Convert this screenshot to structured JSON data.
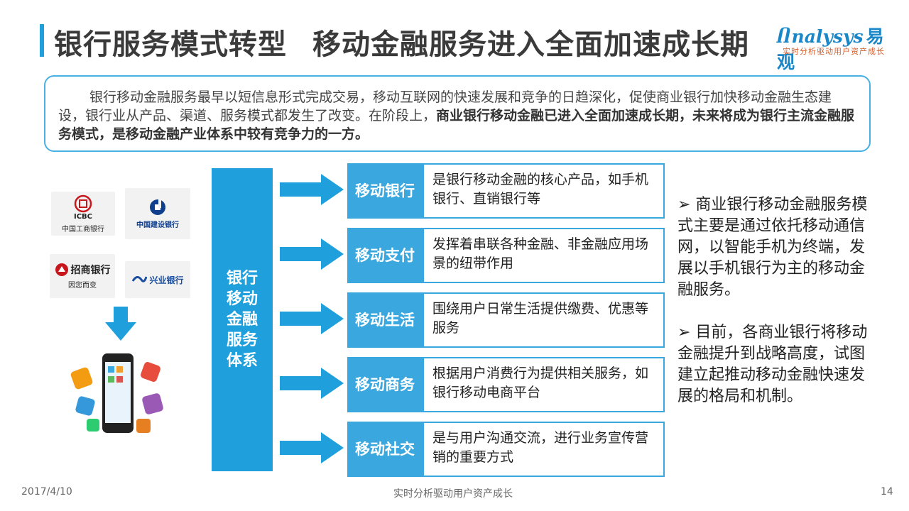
{
  "header": {
    "title_part1": "银行服务模式转型",
    "title_part2": "移动金融服务进入全面加速成长期"
  },
  "logo": {
    "main": "nalysys",
    "cn": "易观",
    "sub": "实时分析驱动用户资产成长"
  },
  "summary": {
    "line1": "银行移动金融服务最早以短信息形式完成交易，移动互联网的快速发展和竞争的日趋深化，促使商业银行加快移动金融生态建设，银行业从产品、渠道、服务模式都发生了改变。在阶段上，",
    "bold": "商业银行移动金融已进入全面加速成长期，未来将成为银行主流金融服务模式，是移动金融产业体系中较有竞争力的一方。"
  },
  "banks": [
    {
      "glyph": "ICBC",
      "name": "中国工商银行"
    },
    {
      "glyph": "◈",
      "name": "中国建设银行"
    },
    {
      "glyph": "招商银行",
      "name": "因您而变"
    },
    {
      "glyph": "兴业银行",
      "name": ""
    }
  ],
  "system": {
    "label": "银行移动金融服务体系"
  },
  "rows": [
    {
      "tag": "移动银行",
      "desc": "是银行移动金融的核心产品，如手机银行、直销银行等"
    },
    {
      "tag": "移动支付",
      "desc": "发挥着串联各种金融、非金融应用场景的纽带作用"
    },
    {
      "tag": "移动生活",
      "desc": "围绕用户日常生活提供缴费、优惠等服务"
    },
    {
      "tag": "移动商务",
      "desc": "根据用户消费行为提供相关服务，如银行移动电商平台"
    },
    {
      "tag": "移动社交",
      "desc": "是与用户沟通交流，进行业务宣传营销的重要方式"
    }
  ],
  "notes": [
    "➢  商业银行移动金融服务模式主要是通过依托移动通信网，以智能手机为终端，发展以手机银行为主的移动金融服务。",
    "➢ 目前，各商业银行将移动金融提升到战略高度，试图建立起推动移动金融快速发展的格局和机制。"
  ],
  "footer": {
    "date": "2017/4/10",
    "center": "实时分析驱动用户资产成长",
    "page": "14"
  },
  "colors": {
    "accent": "#1fa0dc",
    "tag": "#3aa8de",
    "logo_sub": "#d65d2a"
  }
}
